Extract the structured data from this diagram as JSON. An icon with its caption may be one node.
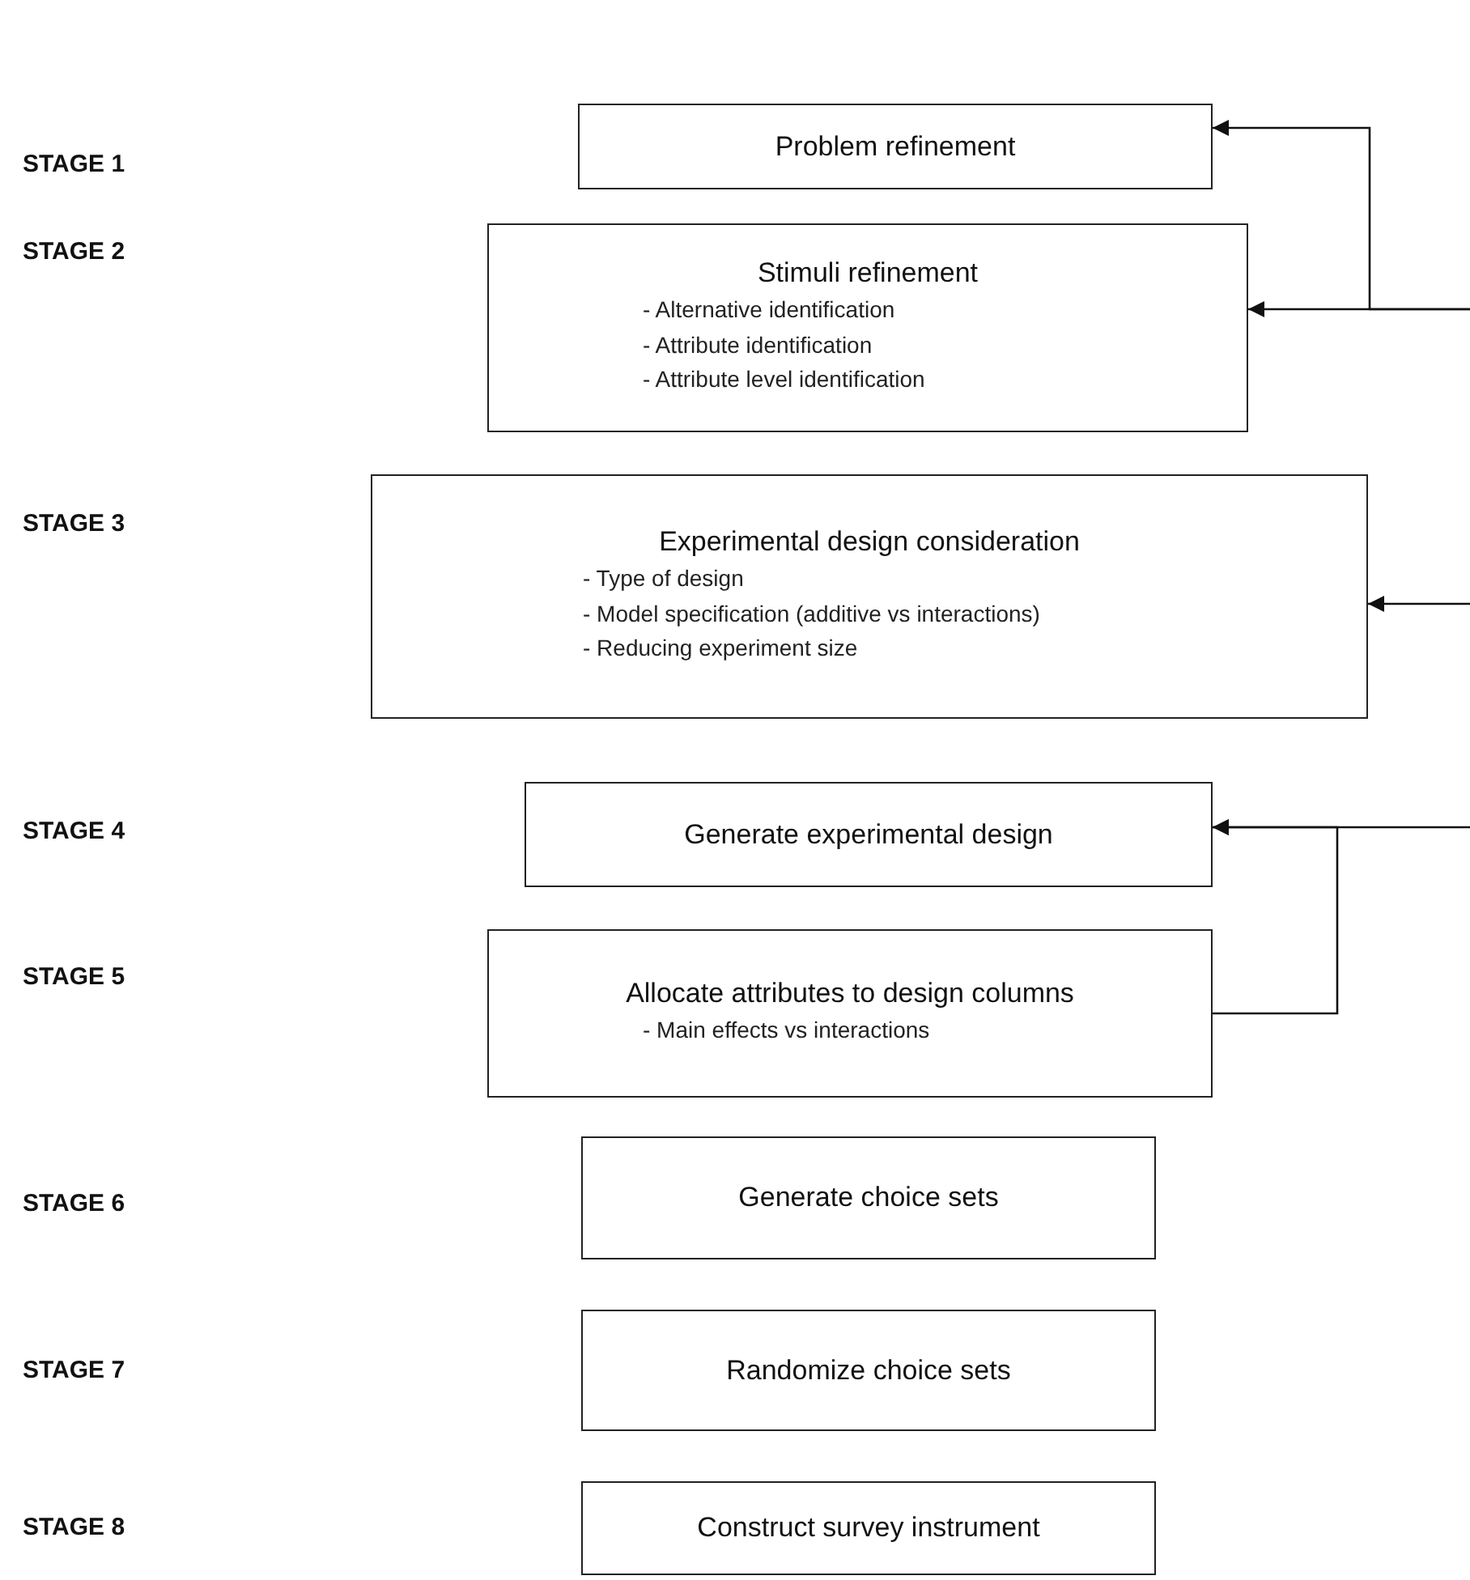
{
  "diagram": {
    "nodes": [
      {
        "text": [
          "Problem refinement"
        ]
      },
      {
        "text": [
          "Stimuli refinement",
          "- Alternative identification",
          "- Attribute identification",
          "- Attribute level identification"
        ]
      },
      {
        "text": [
          "Experimental design consideration",
          "- Type of design",
          "- Model specification (additive vs interactions)",
          "- Reducing experiment size"
        ]
      },
      {
        "text": [
          "Generate experimental design"
        ]
      },
      {
        "text": [
          "Allocate attributes to design columns",
          "- Main effects vs interactions"
        ]
      },
      {
        "text": [
          "Generate choice sets"
        ]
      },
      {
        "text": [
          "Randomize choice sets"
        ]
      },
      {
        "text": [
          "Construct survey instrument"
        ]
      }
    ],
    "edges": [
      {
        "from": null,
        "to": 0,
        "arrow": "to"
      },
      {
        "from": null,
        "to": 1,
        "arrow": "to"
      },
      {
        "from": null,
        "to": 2,
        "arrow": "to"
      },
      {
        "from": null,
        "to": 3,
        "arrow": "to"
      },
      {
        "from": 4,
        "to": 3,
        "arrow": "to"
      }
    ],
    "labels": [
      "STAGE 1",
      "STAGE 2",
      "STAGE 3",
      "STAGE 4",
      "STAGE 5",
      "STAGE 6",
      "STAGE 7",
      "STAGE 8"
    ]
  }
}
